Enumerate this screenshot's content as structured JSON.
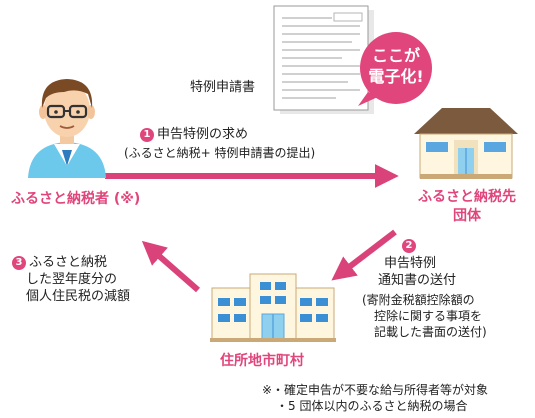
{
  "document": {
    "label": "特例申請書"
  },
  "bubble": {
    "line1": "ここが",
    "line2": "電子化!"
  },
  "taxpayer": {
    "label": "ふるさと納税者 (※)"
  },
  "destination": {
    "line1": "ふるさと納税先",
    "line2": "団体"
  },
  "municipality": {
    "label": "住所地市町村"
  },
  "step1": {
    "number": "1",
    "title": "申告特例の求め",
    "detail": "(ふるさと納税+ 特例申請書の提出)"
  },
  "step2": {
    "number": "2",
    "line1": "申告特例",
    "line2": "通知書の送付",
    "detail1": "(寄附金税額控除額の",
    "detail2": "控除に関する事項を",
    "detail3": "記載した書面の送付)"
  },
  "step3": {
    "number": "3",
    "line1": "ふるさと納税",
    "line2": "した翌年度分の",
    "line3": "個人住民税の減額"
  },
  "notes": {
    "line1": "※・確定申告が不要な給与所得者等が対象",
    "line2": "・5 団体以内のふるさと納税の場合"
  },
  "colors": {
    "accent": "#e0457b",
    "arrow": "#d9437a"
  }
}
